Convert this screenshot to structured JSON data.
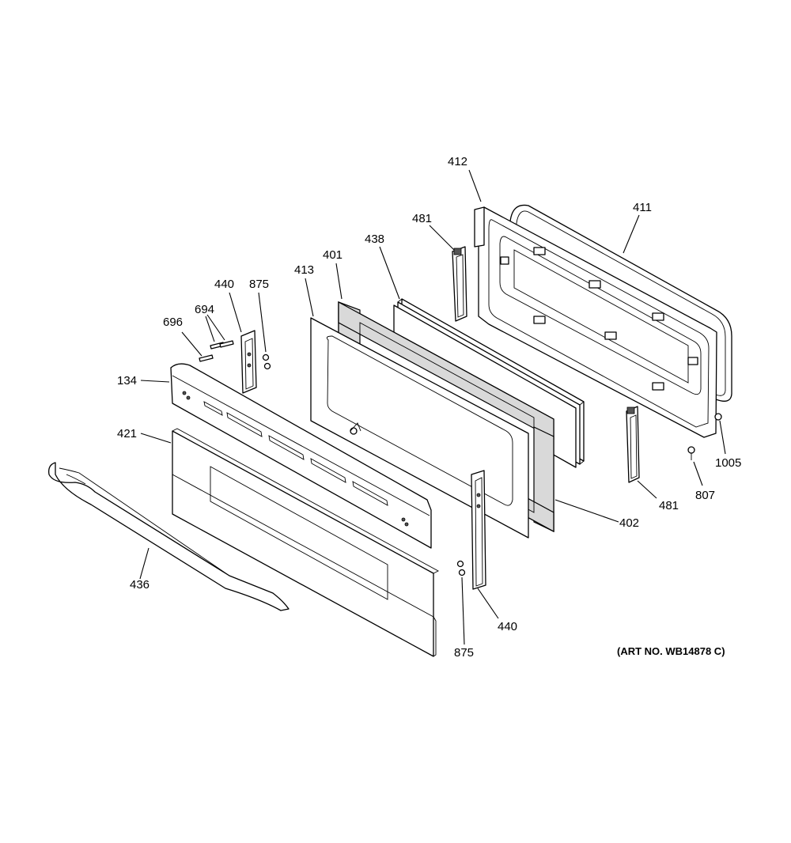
{
  "callouts": {
    "c412": "412",
    "c411": "411",
    "c481_top": "481",
    "c438": "438",
    "c401": "401",
    "c413": "413",
    "c440_top": "440",
    "c875_top": "875",
    "c694": "694",
    "c696": "696",
    "c134": "134",
    "c421": "421",
    "c436": "436",
    "c402": "402",
    "c481_bottom": "481",
    "c807": "807",
    "c1005": "1005",
    "c440_bottom": "440",
    "c875_bottom": "875"
  },
  "art_number": "(ART NO. WB14878 C)"
}
